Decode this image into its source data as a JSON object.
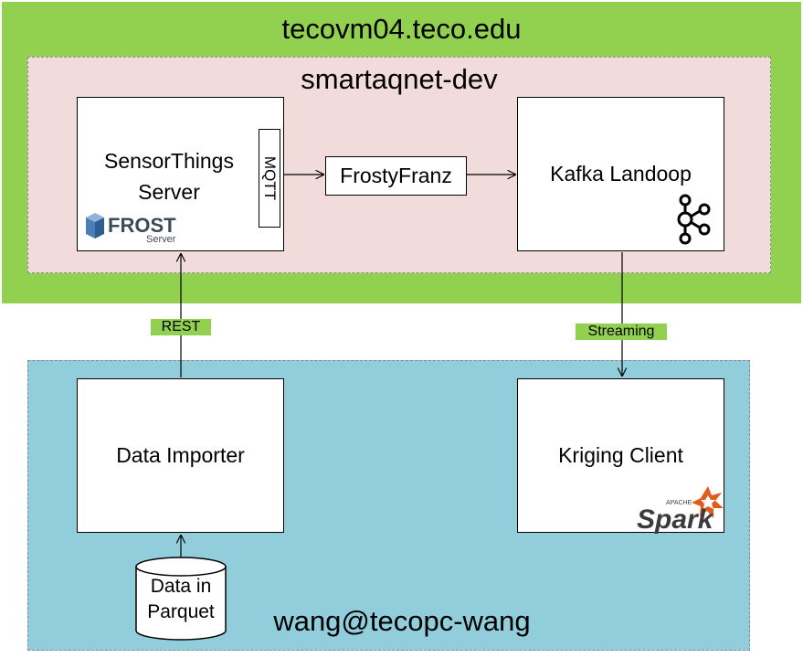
{
  "hosts": {
    "top": {
      "title": "tecovm04.teco.edu"
    },
    "cluster": {
      "title": "smartaqnet-dev"
    },
    "bottom": {
      "title": "wang@tecopc-wang"
    }
  },
  "nodes": {
    "sensorthings": {
      "label": "SensorThings Server",
      "mqtt_label": "MQTT",
      "logo_text": "FROST",
      "logo_subtext": "Server"
    },
    "frostyfranz": {
      "label": "FrostyFranz"
    },
    "kafka": {
      "label": "Kafka Landoop"
    },
    "importer": {
      "label": "Data Importer"
    },
    "kriging": {
      "label": "Kriging Client",
      "logo_top": "APACHE",
      "logo_text": "Spark"
    },
    "datastore": {
      "label_line1": "Data in",
      "label_line2": "Parquet"
    }
  },
  "edges": {
    "rest": "REST",
    "streaming": "Streaming"
  },
  "colors": {
    "host_top": "#92d050",
    "cluster": "#f2dcdb",
    "host_bottom": "#92cddc",
    "spark_orange": "#e25a1c",
    "frost_blue": "#4a7fb5"
  }
}
